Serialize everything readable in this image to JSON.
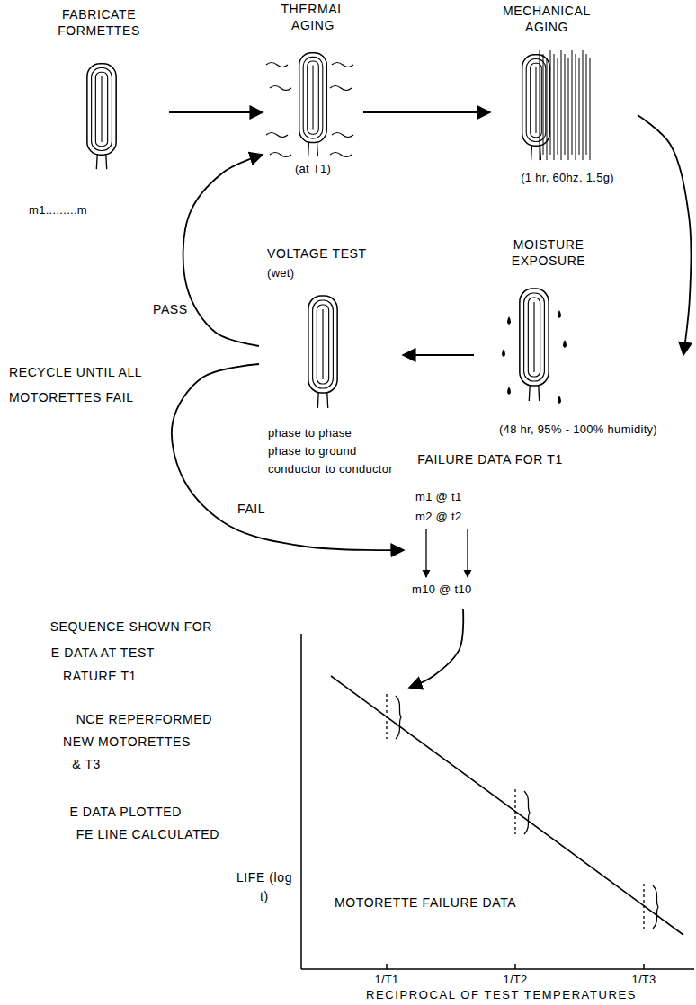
{
  "diagram": {
    "nodes": [
      {
        "text": [
          "FABRICATE FORMETTES",
          "m1.........m"
        ]
      },
      {
        "text": [
          "THERMAL AGING",
          "(at T1)"
        ]
      },
      {
        "text": [
          "MECHANICAL AGING",
          "(1 hr, 60hz, 1.5g)"
        ]
      },
      {
        "text": [
          "MOISTURE EXPOSURE",
          "(48 hr, 95% - 100% humidity)"
        ]
      },
      {
        "text": [
          "VOLTAGE TEST",
          "(wet)",
          "phase to phase",
          "phase to ground",
          "conductor to conductor"
        ]
      },
      {
        "text": [
          "FAILURE DATA FOR T1",
          "m1 @ t1",
          "m2 @ t2",
          "m10 @ t10"
        ]
      },
      {
        "text": [
          "MOTORETTE FAILURE DATA"
        ]
      }
    ],
    "edges": [
      {
        "from": 0,
        "to": 1,
        "arrow": "to"
      },
      {
        "from": 1,
        "to": 2,
        "arrow": "to"
      },
      {
        "from": 2,
        "to": 3,
        "arrow": "to"
      },
      {
        "from": 3,
        "to": 4,
        "arrow": "to"
      },
      {
        "from": 4,
        "to": 1,
        "label": "PASS",
        "arrow": "to"
      },
      {
        "from": 4,
        "to": 5,
        "label": "FAIL",
        "arrow": "to"
      },
      {
        "from": 5,
        "to": 6,
        "arrow": "to"
      }
    ],
    "labels": [
      "RECYCLE UNTIL ALL MOTORETTES FAIL",
      "SEQUENCE SHOWN FOR",
      "E DATA AT TEST",
      "RATURE T1",
      "NCE REPERFORMED",
      "NEW MOTORETTES",
      "& T3",
      "E DATA PLOTTED",
      "FE LINE CALCULATED",
      "LIFE (log t)",
      "1/T1",
      "1/T2",
      "1/T3",
      "RECIPROCAL OF TEST TEMPERATURES"
    ]
  }
}
